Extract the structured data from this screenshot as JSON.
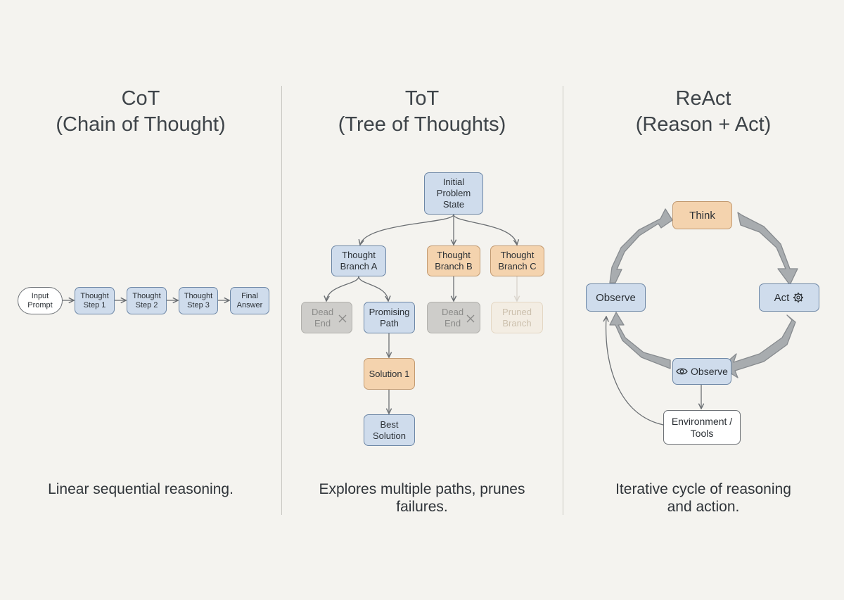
{
  "cot": {
    "title_line1": "CoT",
    "title_line2": "(Chain of Thought)",
    "caption": "Linear sequential reasoning.",
    "nodes": [
      {
        "l1": "Input",
        "l2": "Prompt"
      },
      {
        "l1": "Thought",
        "l2": "Step 1"
      },
      {
        "l1": "Thought",
        "l2": "Step 2"
      },
      {
        "l1": "Thought",
        "l2": "Step 3"
      },
      {
        "l1": "Final",
        "l2": "Answer"
      }
    ]
  },
  "tot": {
    "title_line1": "ToT",
    "title_line2": "(Tree of Thoughts)",
    "caption_line1": "Explores multiple paths, prunes",
    "caption_line2": "failures.",
    "root": {
      "l1": "Initial",
      "l2": "Problem",
      "l3": "State"
    },
    "branch_a": {
      "l1": "Thought",
      "l2": "Branch A"
    },
    "branch_b": {
      "l1": "Thought",
      "l2": "Branch B"
    },
    "branch_c": {
      "l1": "Thought",
      "l2": "Branch C"
    },
    "dead_end_1": {
      "l1": "Dead",
      "l2": "End"
    },
    "promising": {
      "l1": "Promising",
      "l2": "Path"
    },
    "dead_end_2": {
      "l1": "Dead",
      "l2": "End"
    },
    "pruned": {
      "l1": "Pruned",
      "l2": "Branch"
    },
    "solution": "Solution 1",
    "best": {
      "l1": "Best",
      "l2": "Solution"
    }
  },
  "react": {
    "title_line1": "ReAct",
    "title_line2": "(Reason + Act)",
    "caption_line1": "Iterative cycle of reasoning",
    "caption_line2": "and action.",
    "think": "Think",
    "act": "Act",
    "observe_left": "Observe",
    "observe_bottom": "Observe",
    "env_l1": "Environment /",
    "env_l2": "Tools"
  },
  "colors": {
    "blue_fill": "#cfdcec",
    "orange_fill": "#f4d3ae",
    "gray_fill": "#cecdca",
    "arrow_gray": "#a8acaf",
    "background": "#f4f3ef"
  },
  "icons": [
    "gear-icon",
    "eye-icon",
    "close-icon"
  ]
}
